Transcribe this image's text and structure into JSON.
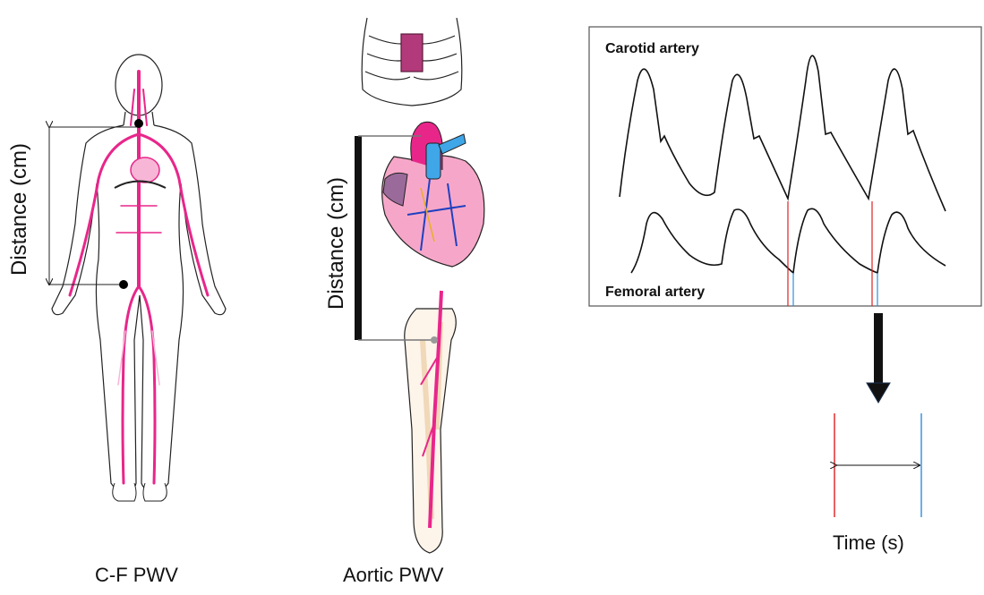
{
  "figure": {
    "left_caption": "C-F PWV",
    "middle_caption": "Aortic PWV",
    "left_distance_label": "Distance  (cm)",
    "middle_distance_label": "Distance (cm)",
    "carotid_label": "Carotid artery",
    "femoral_label": "Femoral artery",
    "time_label": "Time (s)"
  },
  "colors": {
    "vessel": "#e8268a",
    "vessel_light": "#f7b6d6",
    "outline": "#222222",
    "carotid_marker": "#e02020",
    "femoral_marker": "#2b8fe0",
    "arrow": "#111111"
  },
  "icons": [
    "body-outline-icon",
    "ribcage-icon",
    "heart-icon",
    "leg-skeleton-icon",
    "down-arrow-icon"
  ]
}
